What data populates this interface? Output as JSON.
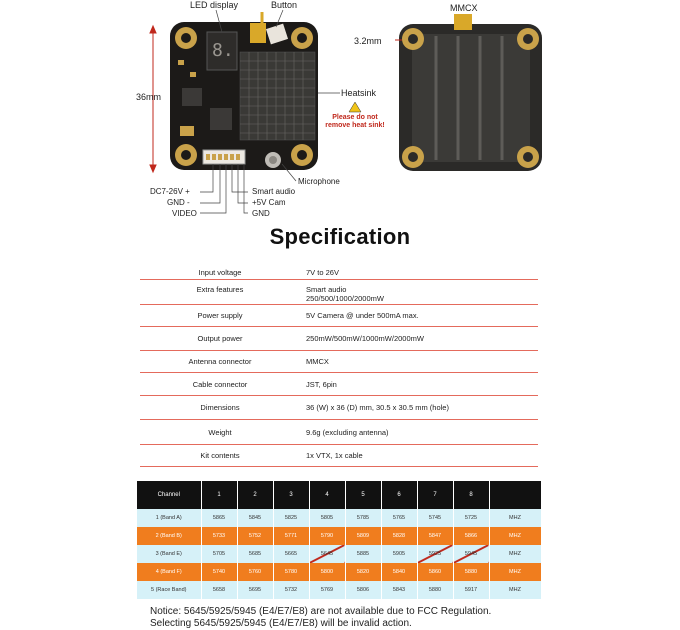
{
  "diagram": {
    "labels": {
      "led_display": "LED display",
      "button": "Button",
      "mmcx": "MMCX",
      "size": "36mm",
      "hole": "3.2mm",
      "heatsink": "Heatsink",
      "warning": "Please do not remove heat sink!",
      "microphone": "Microphone",
      "dc": "DC7-26V +",
      "gnd": "GND -",
      "video": "VIDEO",
      "smart_audio": "Smart audio",
      "cam": "+5V Cam",
      "gnd2": "GND",
      "led_digit": "8."
    }
  },
  "title": "Specification",
  "specs": [
    {
      "key": "Input voltage",
      "value": "7V to 26V"
    },
    {
      "key": "Extra features",
      "value": "Smart audio\n250/500/1000/2000mW"
    },
    {
      "key": "Power supply",
      "value": "5V Camera @ under  500mA max."
    },
    {
      "key": "Output power",
      "value": "250mW/500mW/1000mW/2000mW"
    },
    {
      "key": "Antenna connector",
      "value": "MMCX"
    },
    {
      "key": "Cable connector",
      "value": "JST, 6pin"
    },
    {
      "key": "Dimensions",
      "value": "36 (W) x 36 (D) mm, 30.5 x 30.5 mm (hole)"
    },
    {
      "key": "Weight",
      "value": "9.6g (excluding antenna)"
    },
    {
      "key": "Kit contents",
      "value": "1x VTX, 1x cable"
    }
  ],
  "channel_table": {
    "header": [
      "Channel",
      "1",
      "2",
      "3",
      "4",
      "5",
      "6",
      "7",
      "8",
      ""
    ],
    "rows": [
      {
        "band": "1 (Band A)",
        "values": [
          "5865",
          "5845",
          "5825",
          "5805",
          "5785",
          "5765",
          "5745",
          "5725"
        ],
        "unit": "MHZ",
        "disabled": []
      },
      {
        "band": "2 (Band B)",
        "values": [
          "5733",
          "5752",
          "5771",
          "5790",
          "5809",
          "5828",
          "5847",
          "5866"
        ],
        "unit": "MHZ",
        "disabled": []
      },
      {
        "band": "3 (Band E)",
        "values": [
          "5705",
          "5685",
          "5665",
          "5645",
          "5885",
          "5905",
          "5925",
          "5945"
        ],
        "unit": "MHZ",
        "disabled": [
          3,
          6,
          7
        ]
      },
      {
        "band": "4 (Band F)",
        "values": [
          "5740",
          "5760",
          "5780",
          "5800",
          "5820",
          "5840",
          "5860",
          "5880"
        ],
        "unit": "MHZ",
        "disabled": []
      },
      {
        "band": "5 (Race Band)",
        "values": [
          "5658",
          "5695",
          "5732",
          "5769",
          "5806",
          "5843",
          "5880",
          "5917"
        ],
        "unit": "MHZ",
        "disabled": []
      }
    ]
  },
  "notice": {
    "line1": "Notice: 5645/5925/5945 (E4/E7/E8) are not available due to FCC Regulation.",
    "line2": "Selecting 5645/5925/5945 (E4/E7/E8) will be invalid action."
  },
  "colors": {
    "board": "#1c1a18",
    "pad": "#c9a24a",
    "accent_line": "#e46a5c",
    "table_orange": "#f07d1e",
    "table_cyan": "#d6f1f8",
    "warning": "#c0281c"
  }
}
